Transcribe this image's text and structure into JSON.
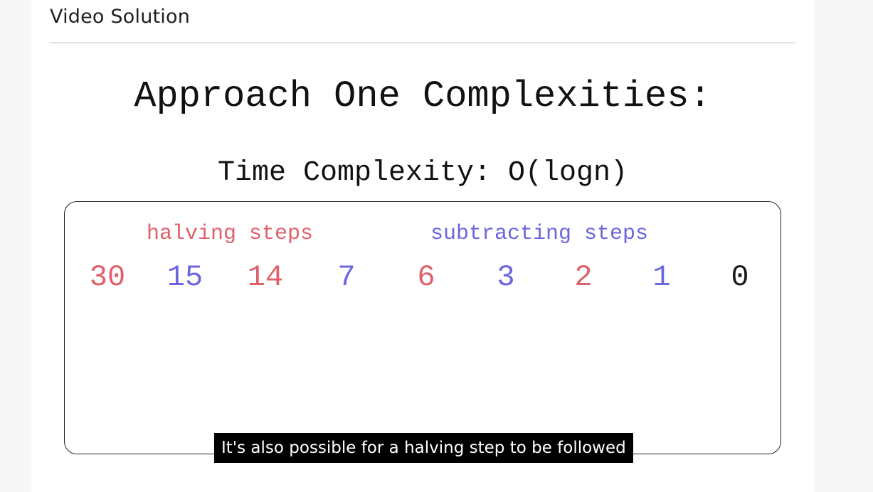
{
  "header": {
    "title": "Video Solution"
  },
  "slide": {
    "title": "Approach One Complexities:",
    "subtitle": "Time Complexity: O(logn)",
    "legend": {
      "halving": "halving steps",
      "subtracting": "subtracting steps"
    },
    "sequence": [
      {
        "value": "30",
        "kind": "halving"
      },
      {
        "value": "15",
        "kind": "subtracting"
      },
      {
        "value": "14",
        "kind": "halving"
      },
      {
        "value": "7",
        "kind": "subtracting"
      },
      {
        "value": "6",
        "kind": "halving"
      },
      {
        "value": "3",
        "kind": "subtracting"
      },
      {
        "value": "2",
        "kind": "halving"
      },
      {
        "value": "1",
        "kind": "subtracting"
      },
      {
        "value": "0",
        "kind": "end"
      }
    ]
  },
  "caption": {
    "text": "It's also possible for a halving step to be followed"
  },
  "colors": {
    "halving": "#e0606a",
    "subtracting": "#6b66dd",
    "end": "#1a1a1a"
  }
}
